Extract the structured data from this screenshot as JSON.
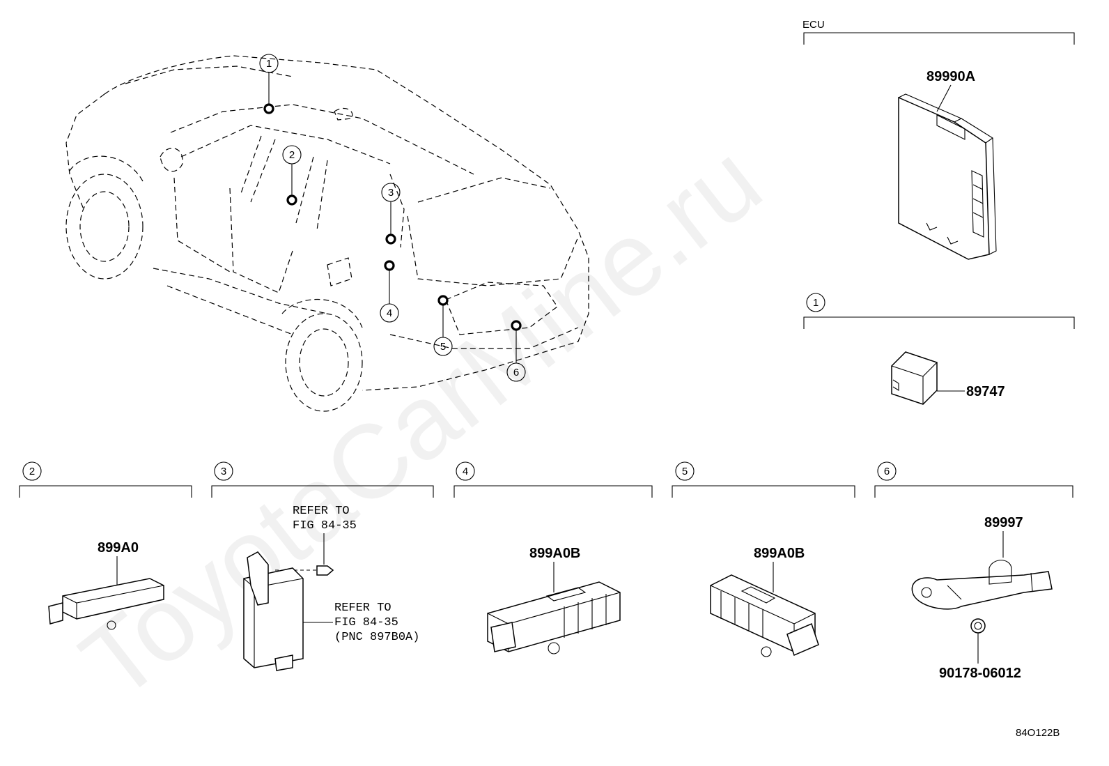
{
  "watermark": "ToyotaCarMine.ru",
  "figure_code": "84O122B",
  "ecu_section": {
    "label": "ECU",
    "part_number": "89990A"
  },
  "section_1": {
    "callout": "1",
    "part_number": "89747"
  },
  "section_2": {
    "callout": "2",
    "part_number": "899A0"
  },
  "section_3": {
    "callout": "3",
    "refer_bolt_line1": "REFER TO",
    "refer_bolt_line2": "FIG 84-35",
    "refer_unit_line1": "REFER TO",
    "refer_unit_line2": "FIG 84-35",
    "refer_unit_line3": "(PNC 897B0A)"
  },
  "section_4": {
    "callout": "4",
    "part_number": "899A0B"
  },
  "section_5": {
    "callout": "5",
    "part_number": "899A0B"
  },
  "section_6": {
    "callout": "6",
    "part_number": "89997",
    "clip_part_number": "90178-06012"
  },
  "vehicle_callouts": [
    "1",
    "2",
    "3",
    "4",
    "5",
    "6"
  ]
}
